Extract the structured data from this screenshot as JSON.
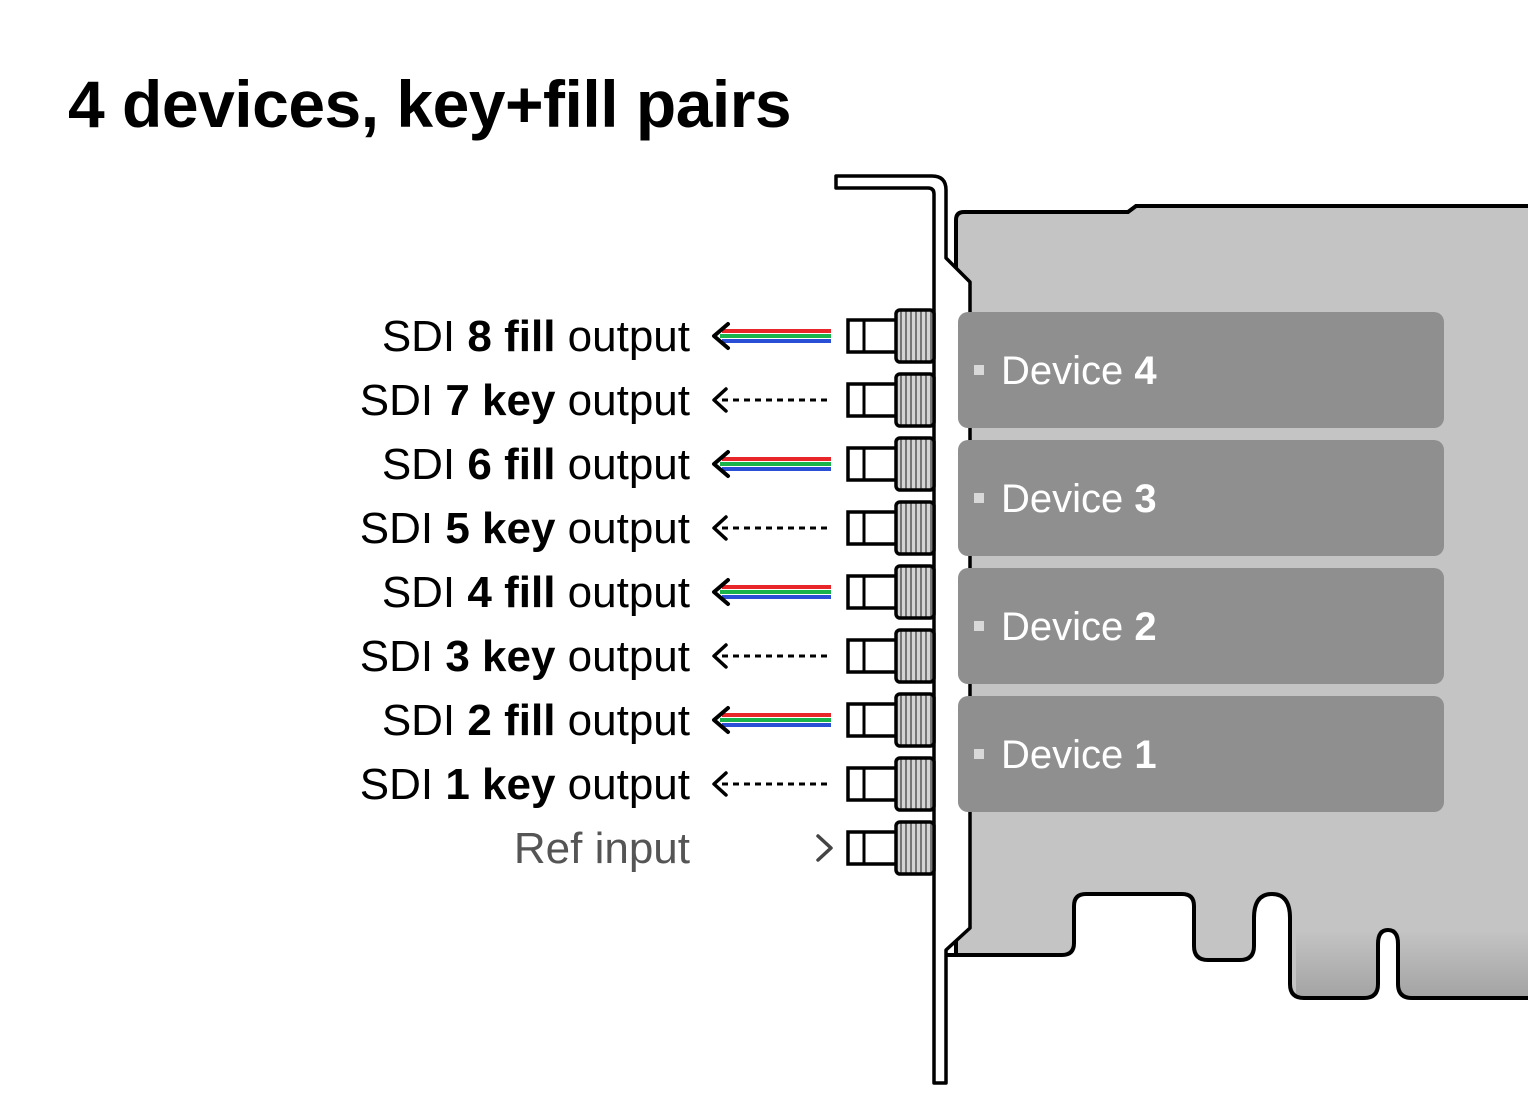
{
  "title": "4 devices, key+fill pairs",
  "ports": [
    {
      "prefix": "SDI",
      "number": "8",
      "kind": "fill",
      "suffix": "output",
      "direction": "output",
      "signal": "fill"
    },
    {
      "prefix": "SDI",
      "number": "7",
      "kind": "key",
      "suffix": "output",
      "direction": "output",
      "signal": "key"
    },
    {
      "prefix": "SDI",
      "number": "6",
      "kind": "fill",
      "suffix": "output",
      "direction": "output",
      "signal": "fill"
    },
    {
      "prefix": "SDI",
      "number": "5",
      "kind": "key",
      "suffix": "output",
      "direction": "output",
      "signal": "key"
    },
    {
      "prefix": "SDI",
      "number": "4",
      "kind": "fill",
      "suffix": "output",
      "direction": "output",
      "signal": "fill"
    },
    {
      "prefix": "SDI",
      "number": "3",
      "kind": "key",
      "suffix": "output",
      "direction": "output",
      "signal": "key"
    },
    {
      "prefix": "SDI",
      "number": "2",
      "kind": "fill",
      "suffix": "output",
      "direction": "output",
      "signal": "fill"
    },
    {
      "prefix": "SDI",
      "number": "1",
      "kind": "key",
      "suffix": "output",
      "direction": "output",
      "signal": "key"
    },
    {
      "prefix": "",
      "number": "",
      "kind": "Ref",
      "suffix": "input",
      "direction": "input",
      "signal": "ref"
    }
  ],
  "devices": [
    {
      "word": "Device",
      "number": "4"
    },
    {
      "word": "Device",
      "number": "3"
    },
    {
      "word": "Device",
      "number": "2"
    },
    {
      "word": "Device",
      "number": "1"
    }
  ],
  "colors": {
    "board": "#c4c4c4",
    "device_box": "#8f8f8f",
    "outline": "#000000",
    "fill_red": "#e8262a",
    "fill_green": "#19b34b",
    "fill_blue": "#2a4fd6",
    "ref_text": "#555555"
  }
}
